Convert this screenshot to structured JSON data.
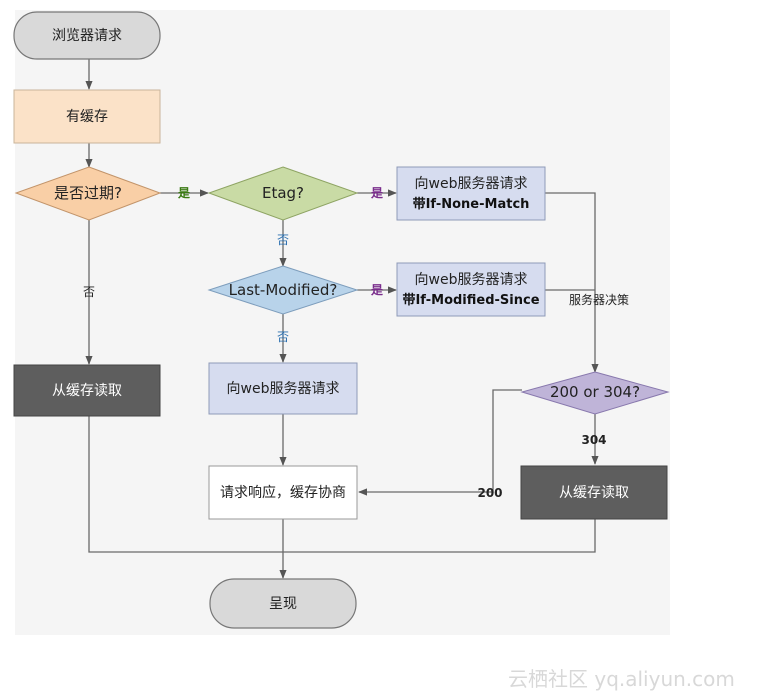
{
  "nodes": {
    "browser_request": "浏览器请求",
    "has_cache": "有缓存",
    "expired_question": "是否过期?",
    "etag_question": "Etag?",
    "request_if_none_match": {
      "line1": "向web服务器请求",
      "line2": "带If-None-Match"
    },
    "last_modified_question": "Last-Modified?",
    "request_if_modified_since": {
      "line1": "向web服务器请求",
      "line2": "带If-Modified-Since"
    },
    "read_cache_left": "从缓存读取",
    "request_server": "向web服务器请求",
    "status_question": "200 or 304?",
    "response_negotiate": "请求响应，缓存协商",
    "read_cache_right": "从缓存读取",
    "render": "呈现"
  },
  "edges": {
    "expired_yes": "是",
    "expired_no": "否",
    "etag_yes": "是",
    "etag_no": "否",
    "lastmod_yes": "是",
    "lastmod_no": "否",
    "server_decides": "服务器决策",
    "status_304": "304",
    "status_200": "200"
  },
  "watermark": "云栖社区 yq.aliyun.com",
  "colors": {
    "start_end": "#d9d9d9",
    "has_cache": "#fbe2c8",
    "expired_diamond": "#f9cfa6",
    "etag_diamond": "#c9dba5",
    "lastmod_diamond": "#b8d3ea",
    "request_box": "#d6dcef",
    "status_diamond": "#bfb4d8",
    "dark_box": "#5e5e5e",
    "white_box": "#ffffff"
  }
}
